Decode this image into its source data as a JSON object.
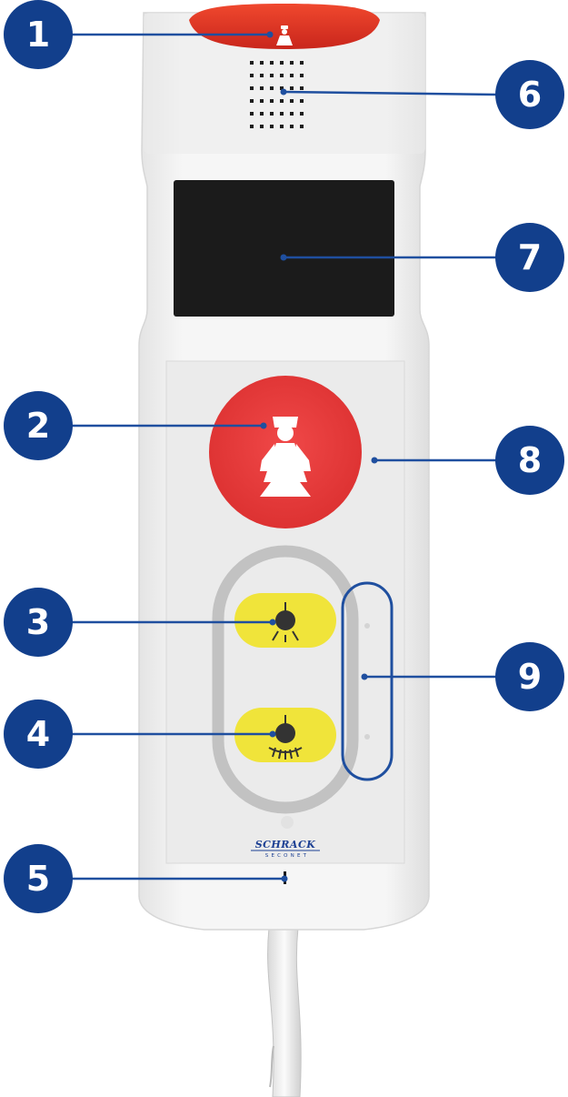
{
  "product": {
    "brand": "SCHRACK",
    "sub_brand": "SECONET"
  },
  "callouts": [
    {
      "number": "1",
      "target": "nurse-call-indicator-light"
    },
    {
      "number": "2",
      "target": "nurse-call-button"
    },
    {
      "number": "3",
      "target": "reading-light-button"
    },
    {
      "number": "4",
      "target": "room-light-button"
    },
    {
      "number": "5",
      "target": "status-led"
    },
    {
      "number": "6",
      "target": "speaker-grille"
    },
    {
      "number": "7",
      "target": "display-screen"
    },
    {
      "number": "8",
      "target": "front-panel"
    },
    {
      "number": "9",
      "target": "indicator-leds"
    }
  ],
  "colors": {
    "callout_badge": "#123f8c",
    "leader_line": "#1f4f9f",
    "nurse_call_red": "#e63b3b",
    "light_button_yellow": "#f0e43a",
    "display": "#1b1b1b",
    "housing": "#f2f2f2"
  }
}
